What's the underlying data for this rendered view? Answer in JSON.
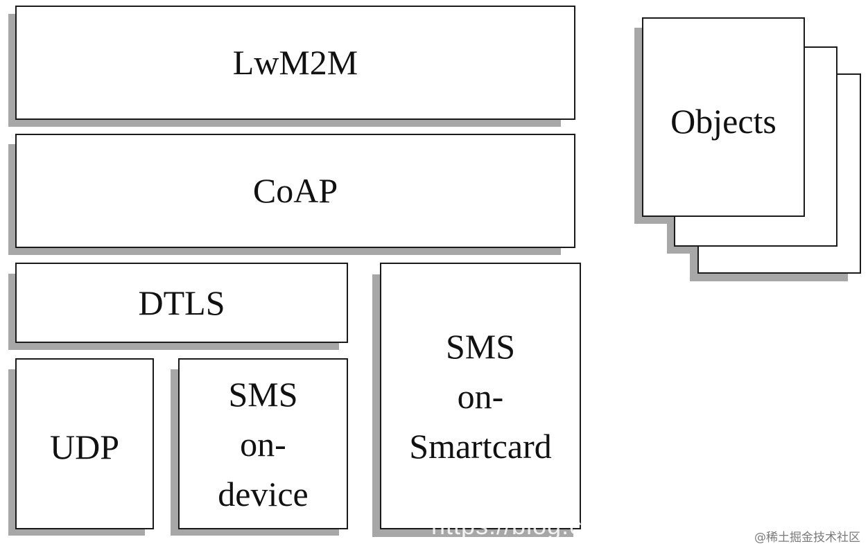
{
  "layers": {
    "lwm2m": "LwM2M",
    "coap": "CoAP",
    "dtls": "DTLS",
    "udp": "UDP",
    "sms_on_device": {
      "line1": "SMS",
      "line2": "on-",
      "line3": "device"
    },
    "sms_on_smartcard": {
      "line1": "SMS",
      "line2": "on-",
      "line3": "Smartcard"
    }
  },
  "objects": {
    "label": "Objects"
  },
  "watermarks": {
    "url": "https://blog.c",
    "site": "@稀土掘金技术社区"
  },
  "colors": {
    "box_fill": "#ffffff",
    "box_border": "#1a1a1a",
    "shadow": "#a7a7a7"
  }
}
